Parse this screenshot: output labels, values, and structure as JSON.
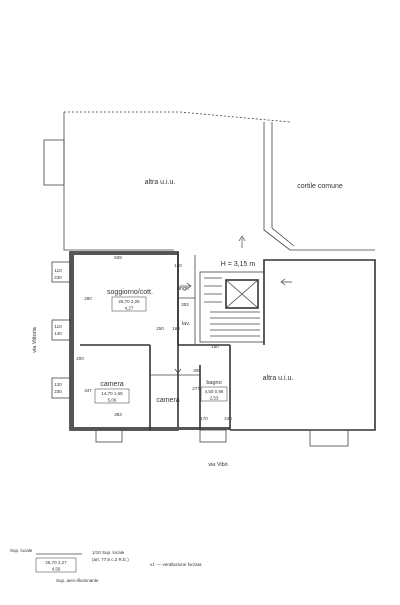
{
  "labels": {
    "altra_top": "altra u.i.u.",
    "cortile": "cortile comune",
    "h": "H = 3,15 m",
    "soggiorno": "soggiorno/cott.",
    "soggiorno_sup": "26,70 2,26",
    "soggiorno_val": "4,27",
    "ingr": "ingr.",
    "lav": "lav.",
    "camera1": "camera",
    "camera1_sup": "14,70 1,65",
    "camera1_val": "5,06",
    "camera2": "camera",
    "bagno": "bagno",
    "bagno_sup": "4,50 0,96",
    "bagno_val": "2,53",
    "altra_right": "altra u.i.u.",
    "via_vittoria": "via Vittoria",
    "via_vibo": "via Vibò"
  },
  "dims": {
    "d1": "508",
    "d2": "190",
    "d3": "353",
    "d4": "150",
    "d5": "309",
    "d6": "383",
    "d7": "200",
    "w1a": "110",
    "w1b": "230",
    "w2a": "110",
    "w2b": "140",
    "w3a": "120",
    "w3b": "230",
    "i1": "280",
    "i2": "250",
    "i3": "347",
    "i4": "160",
    "i5": "277",
    "i6": "170",
    "i7": "240"
  },
  "legend": {
    "sup_locale": "Sup. locale",
    "sup_val": "26,70 2,27",
    "sup_sub": "4,56",
    "sup_aero": "Sup. aero-illuminante",
    "ratio1": "1/10 Sup. locale",
    "ratio2": "(art. 77.5 c.2 R.E.)",
    "vf": "v.f. — ventilazione forzata"
  }
}
